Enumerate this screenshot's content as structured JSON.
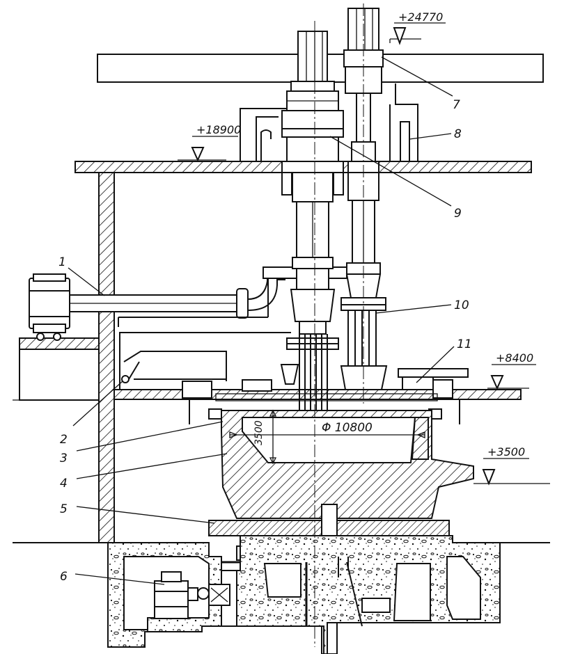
{
  "elevations": {
    "top": "+24770",
    "upper_floor": "+18900",
    "working_floor": "+8400",
    "lower": "+3500"
  },
  "dimensions": {
    "diameter": "Φ 10800",
    "height": "3500"
  },
  "callouts": [
    "1",
    "2",
    "3",
    "4",
    "5",
    "6",
    "7",
    "8",
    "9",
    "10",
    "11"
  ]
}
